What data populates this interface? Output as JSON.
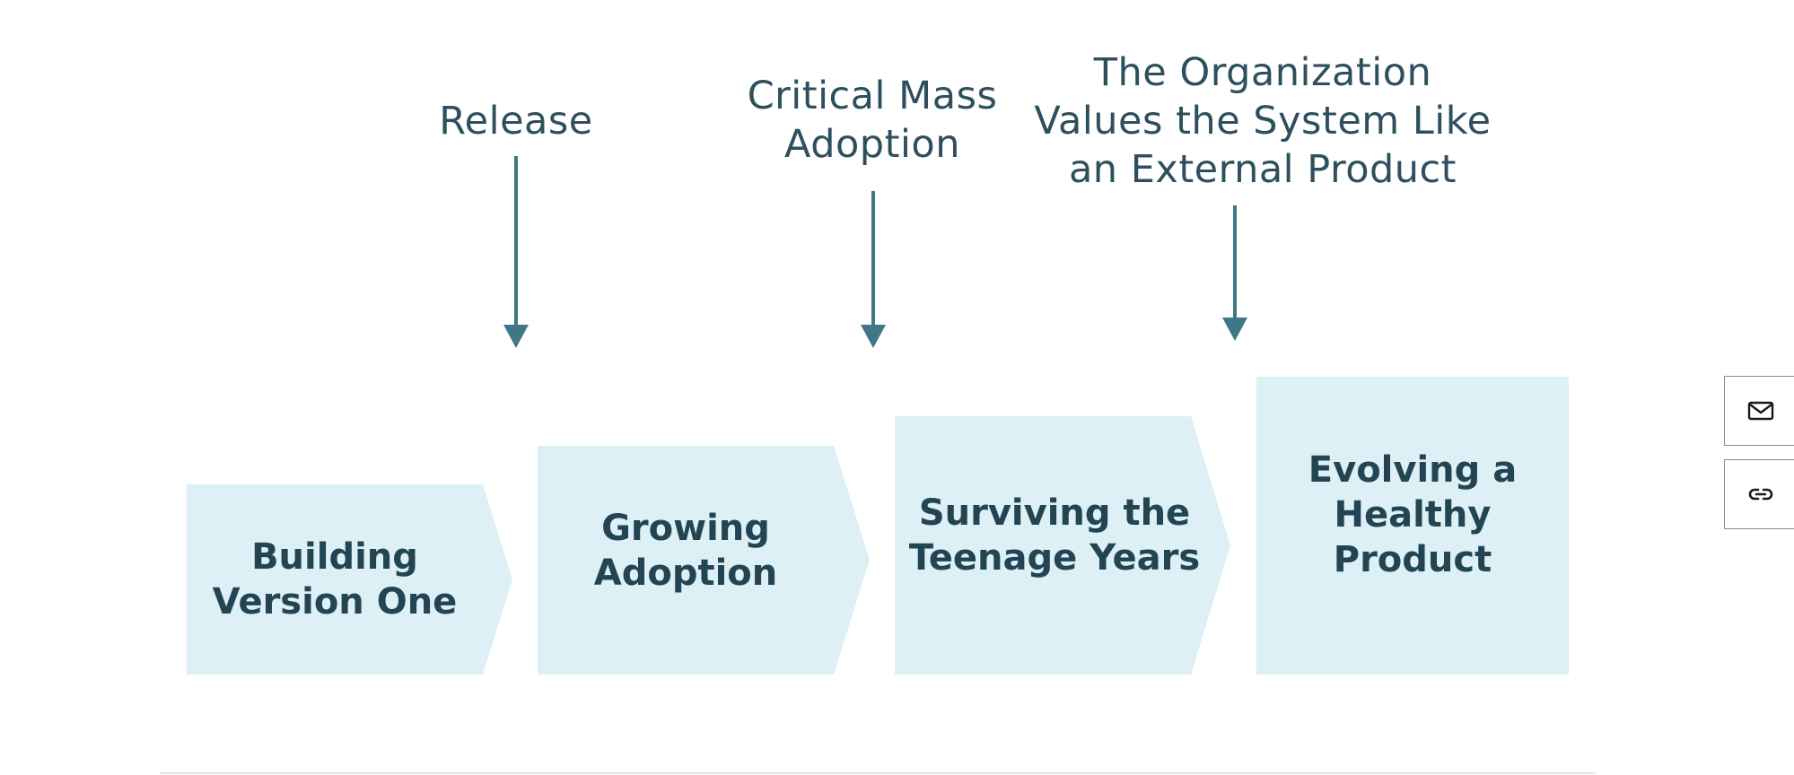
{
  "milestones": {
    "release": "Release",
    "critical_mass": [
      "Critical Mass",
      "Adoption"
    ],
    "organization_values": [
      "The Organization",
      "Values the System Like",
      "an External Product"
    ]
  },
  "stages": [
    {
      "label": "Building\nVersion One"
    },
    {
      "label": "Growing\nAdoption"
    },
    {
      "label": "Surviving the\nTeenage Years"
    },
    {
      "label": "Evolving a\nHealthy\nProduct"
    }
  ],
  "share": {
    "email_icon": "envelope-icon",
    "link_icon": "chain-link-icon"
  },
  "colors": {
    "stage_fill": "#dcf0f5",
    "arrow": "#3f7786",
    "milestone_text": "#2e4f5d",
    "stage_text": "#234553"
  }
}
